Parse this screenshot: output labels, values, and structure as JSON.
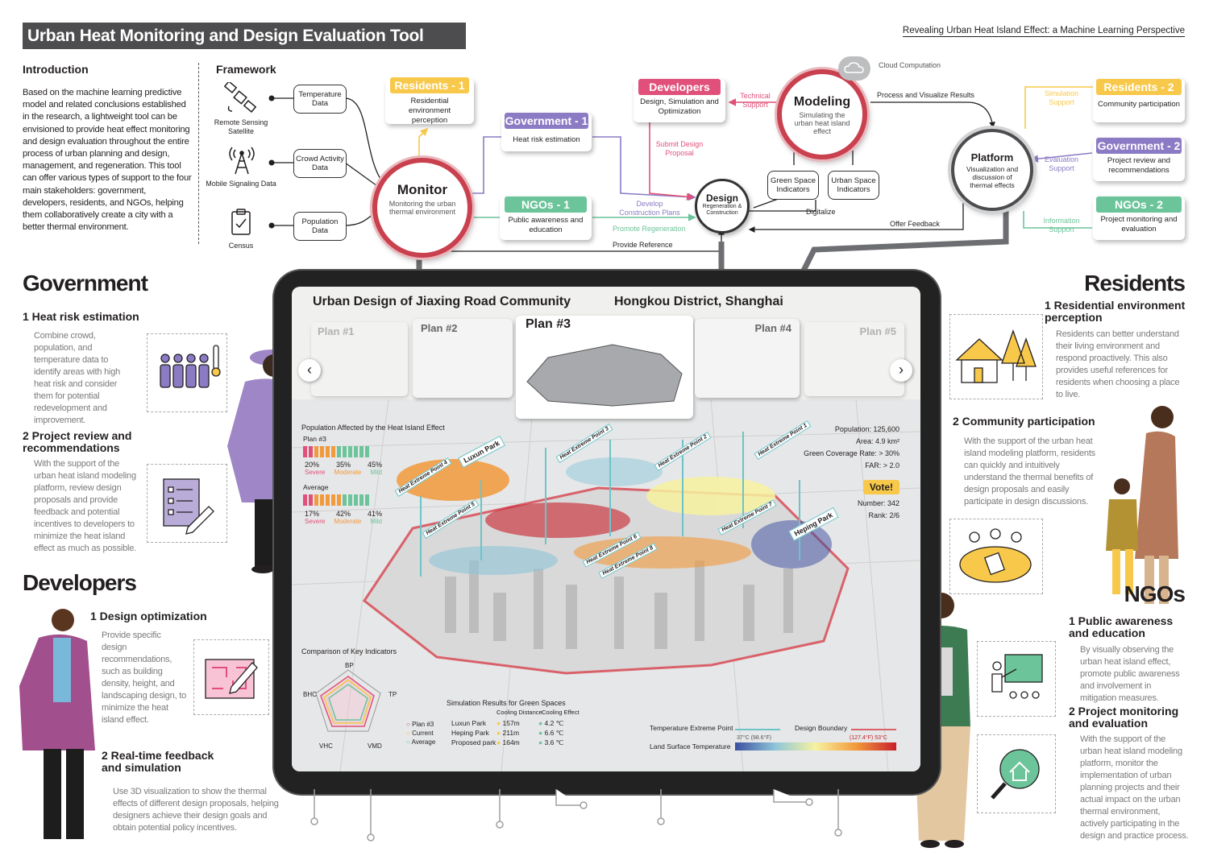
{
  "header": {
    "title": "Urban Heat Monitoring and Design Evaluation Tool",
    "subtitle": "Revealing Urban Heat Island Effect: a Machine Learning Perspective"
  },
  "intro": {
    "heading": "Introduction",
    "text": "Based on the machine learning predictive model and related conclusions established in the research, a lightweight tool can be envisioned to provide heat effect monitoring and design evaluation throughout the entire process of urban planning and design, management, and regeneration. This tool can offer various types of support to the four main stakeholders: government, developers, residents, and NGOs, helping them collaboratively create a city with a better thermal environment."
  },
  "framework": {
    "heading": "Framework",
    "sources": [
      {
        "label": "Remote Sensing Satellite",
        "box": "Temperature Data"
      },
      {
        "label": "Mobile Signaling Data",
        "box": "Crowd Activity Data"
      },
      {
        "label": "Census",
        "box": "Population Data"
      }
    ],
    "monitor": {
      "title": "Monitor",
      "desc": "Monitoring the urban thermal environment"
    },
    "residents1": {
      "tag": "Residents - 1",
      "text": "Residential environment perception"
    },
    "government1": {
      "tag": "Government - 1",
      "text": "Heat risk estimation"
    },
    "ngos1": {
      "tag": "NGOs - 1",
      "text": "Public awareness and education"
    },
    "developers": {
      "tag": "Developers",
      "text": "Design, Simulation and Optimization"
    },
    "design": {
      "title": "Design",
      "desc": "Regeneration & Construction"
    },
    "modeling": {
      "title": "Modeling",
      "desc": "Simulating the urban heat island effect"
    },
    "cloud": "Cloud Computation",
    "green_space": "Green Space Indicators",
    "urban_space": "Urban Space Indicators",
    "platform": {
      "title": "Platform",
      "desc": "Visualization and discussion of thermal effects"
    },
    "residents2": {
      "tag": "Residents - 2",
      "text": "Community participation"
    },
    "government2": {
      "tag": "Government - 2",
      "text": "Project review and recommendations"
    },
    "ngos2": {
      "tag": "NGOs - 2",
      "text": "Project monitoring and evaluation"
    },
    "labels": {
      "technical_support": "Technical Support",
      "submit_design": "Submit Design Proposal",
      "develop_plans": "Develop Construction Plans",
      "promote_regen": "Promote Regeneration",
      "provide_ref": "Provide Reference",
      "digitalize": "Digitalize",
      "process_visualize": "Process and Visualize Results",
      "offer_feedback": "Offer Feedback",
      "simulation_support": "Simulation Support",
      "evaluation_support": "Evaluation Support",
      "information_support": "Information Support"
    }
  },
  "government": {
    "heading": "Government",
    "item1_title": "1 Heat risk estimation",
    "item1_text": "Combine crowd, population, and temperature data to identify areas with high heat risk and consider them for potential redevelopment and improvement.",
    "item2_title": "2 Project review and recommendations",
    "item2_text": "With the support of the urban heat island modeling platform, review design proposals and provide feedback and potential incentives to developers to minimize the heat island effect as much as possible."
  },
  "developers_panel": {
    "heading": "Developers",
    "item1_title": "1 Design optimization",
    "item1_text": "Provide specific design recommendations, such as building density, height, and landscaping design, to minimize the heat island effect.",
    "item2_title": "2 Real-time feedback and simulation",
    "item2_text": "Use 3D visualization to show the thermal effects of different design proposals, helping designers achieve their design goals and obtain potential policy incentives."
  },
  "residents_panel": {
    "heading": "Residents",
    "item1_title": "1 Residential environment perception",
    "item1_text": "Residents can better understand their living environment and respond proactively. This also provides useful references for residents when choosing a place to live.",
    "item2_title": "2 Community participation",
    "item2_text": "With the support of the urban heat island modeling platform, residents can quickly and intuitively understand the thermal benefits of design proposals and easily participate in design discussions."
  },
  "ngos_panel": {
    "heading": "NGOs",
    "item1_title": "1 Public awareness and education",
    "item1_text": "By visually observing the urban heat island effect, promote public awareness and involvement in mitigation measures.",
    "item2_title": "2 Project monitoring and evaluation",
    "item2_text": "With the support of the urban heat island modeling platform, monitor the implementation of urban planning projects and their actual impact on the urban thermal environment, actively participating in the design and practice process."
  },
  "screen": {
    "title": "Urban Design of Jiaxing Road Community",
    "location": "Hongkou District, Shanghai",
    "plans": [
      "Plan #1",
      "Plan #2",
      "Plan #3",
      "Plan #4",
      "Plan #5"
    ],
    "pop_title": "Population Affected by the Heat Island Effect",
    "plan3_label": "Plan #3",
    "plan3_pcts": [
      "20%",
      "35%",
      "45%"
    ],
    "avg_label": "Average",
    "avg_pcts": [
      "17%",
      "42%",
      "41%"
    ],
    "levels": [
      "Severe",
      "Moderate",
      "Mild"
    ],
    "stats": [
      "Population: 125,600",
      "Area: 4.9 km²",
      "Green Coverage Rate: > 30%",
      "FAR: > 2.0"
    ],
    "vote": "Vote!",
    "number": "Number: 342",
    "rank": "Rank: 2/6",
    "map_labels": [
      "Luxun Park",
      "Heping Park",
      "Heat Extreme Point 1",
      "Heat Extreme Point 2",
      "Heat Extreme Point 3",
      "Heat Extreme Point 4",
      "Heat Extreme Point 5",
      "Heat Extreme Point 6",
      "Heat Extreme Point 7",
      "Heat Extreme Point 8"
    ],
    "radar": {
      "title": "Comparison of Key Indicators",
      "axes": [
        "BP",
        "TP",
        "VMD",
        "VHC",
        "BHC"
      ],
      "legend": [
        "Plan #3",
        "Current",
        "Average"
      ]
    },
    "sim": {
      "title": "Simulation Results for Green Spaces",
      "col1": "Cooling Distance",
      "col2": "Cooling Effect",
      "rows": [
        {
          "name": "Luxun Park",
          "dist": "157m",
          "eff": "4.2 ℃"
        },
        {
          "name": "Heping Park",
          "dist": "211m",
          "eff": "6.6 ℃"
        },
        {
          "name": "Proposed park",
          "dist": "164m",
          "eff": "3.6 ℃"
        }
      ]
    },
    "legend": {
      "temp_point": "Temperature Extreme Point",
      "boundary": "Design Boundary",
      "lst": "Land Surface Temperature",
      "low": "37°C (98.6°F)",
      "high": "(127.4°F) 53°C"
    }
  },
  "colors": {
    "residents": "#f7c84a",
    "government": "#8b7bc4",
    "ngos": "#6cc49a",
    "developers": "#e0507a",
    "monitor_ring": "#c9404f",
    "dark": "#4d4d4f"
  }
}
